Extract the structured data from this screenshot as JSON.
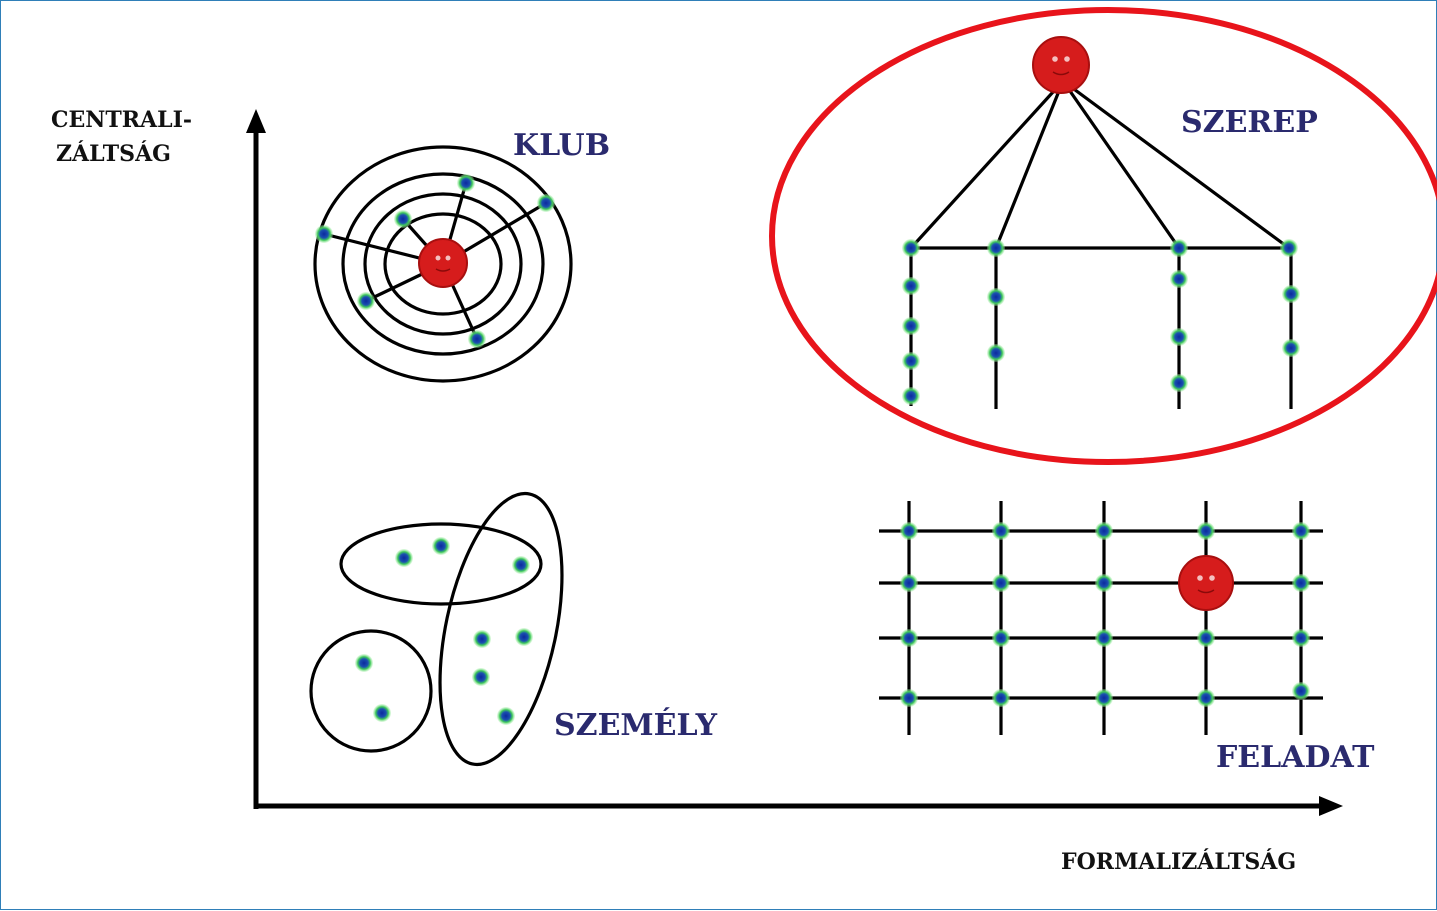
{
  "axes": {
    "y_label_line1": "CENTRALI-",
    "y_label_line2": "ZÁLTSÁG",
    "x_label": "FORMALIZÁLTSÁG"
  },
  "types": {
    "club": "KLUB",
    "role": "SZEREP",
    "person": "SZEMÉLY",
    "task": "FELADAT"
  },
  "colors": {
    "leader": "#d61c1c",
    "member_core": "#1a3aa8",
    "member_glow": "#5de35d",
    "highlight": "#e8141b",
    "label_text": "#2a2a6e"
  }
}
